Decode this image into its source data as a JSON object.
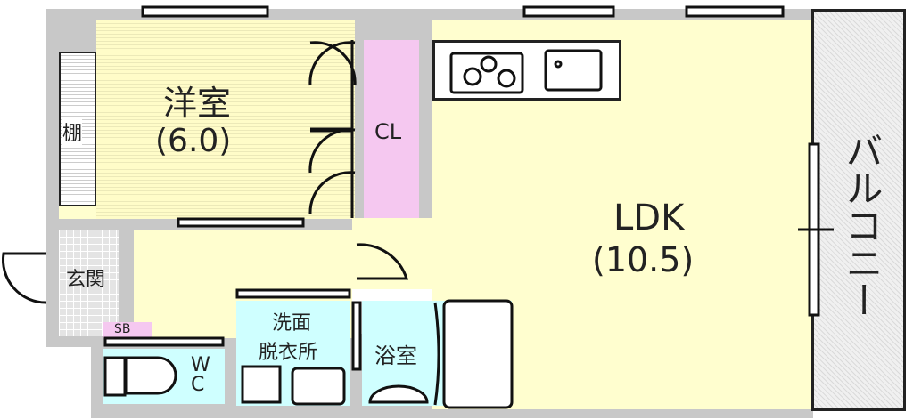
{
  "rooms": {
    "western": {
      "name": "洋室",
      "size": "(6.0)"
    },
    "shelf": "棚",
    "closet": "CL",
    "ldk": {
      "name": "LDK",
      "size": "(10.5)"
    },
    "balcony": "バルコニー",
    "entrance": "玄関",
    "shoe_box": "SB",
    "wc": {
      "line1": "W",
      "line2": "C"
    },
    "washroom": {
      "line1": "洗面",
      "line2": "脱衣所"
    },
    "bath": "浴室"
  },
  "colors": {
    "floor": "#fffecf",
    "wet": "#cfffff",
    "closet": "#f5c8f0",
    "wall": "#c8c8c8"
  }
}
